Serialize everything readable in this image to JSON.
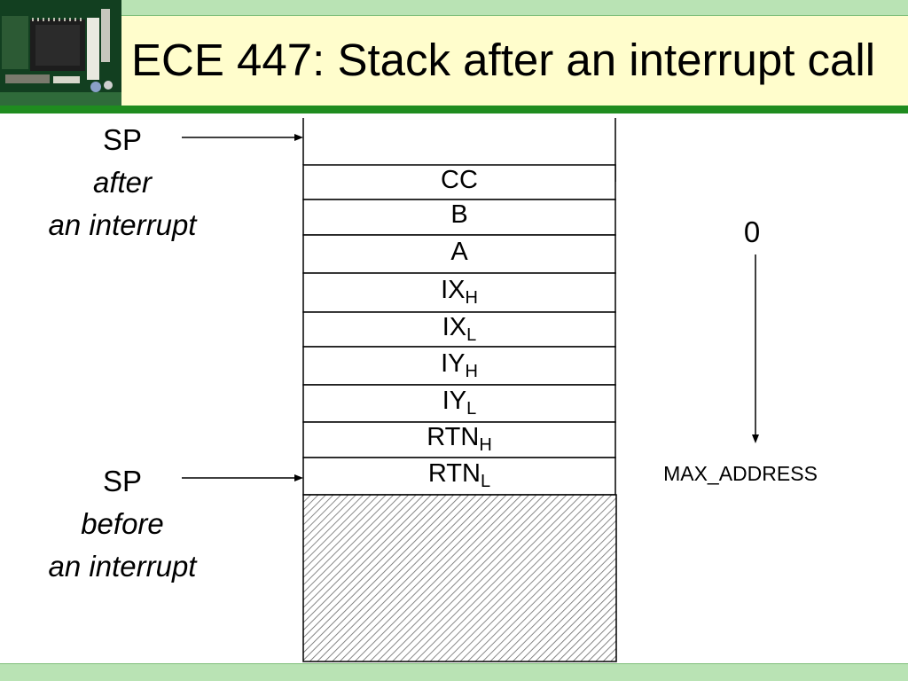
{
  "header": {
    "title": "ECE 447: Stack after an interrupt call"
  },
  "labels": {
    "after": {
      "sp": "SP",
      "line1": "after",
      "line2": "an interrupt"
    },
    "before": {
      "sp": "SP",
      "line1": "before",
      "line2": "an interrupt"
    }
  },
  "stack": {
    "cells": [
      {
        "main": "CC",
        "sub": ""
      },
      {
        "main": "B",
        "sub": ""
      },
      {
        "main": "A",
        "sub": ""
      },
      {
        "main": "IX",
        "sub": "H"
      },
      {
        "main": "IX",
        "sub": "L"
      },
      {
        "main": "IY",
        "sub": "H"
      },
      {
        "main": "IY",
        "sub": "L"
      },
      {
        "main": "RTN",
        "sub": "H"
      },
      {
        "main": "RTN",
        "sub": "L"
      }
    ]
  },
  "address_axis": {
    "top_label": "0",
    "bottom_label": "MAX_ADDRESS"
  }
}
